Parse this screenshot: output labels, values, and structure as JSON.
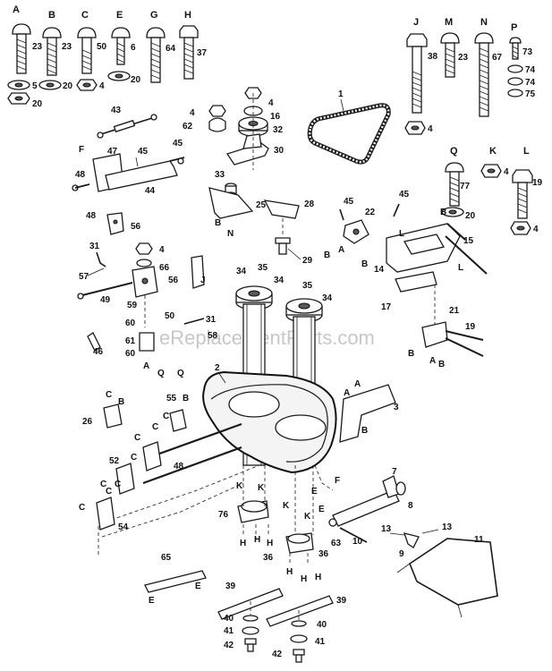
{
  "watermark": "eReplacementParts.com",
  "hardware_headers": [
    "A",
    "B",
    "C",
    "E",
    "G",
    "H",
    "J",
    "M",
    "N",
    "P",
    "Q",
    "K",
    "L"
  ],
  "labels": {
    "A_bolt": "23",
    "A_washer": "5",
    "A_nut": "20",
    "B_bolt": "23",
    "B_washer": "20",
    "C_bolt": "50",
    "C_nut": "4",
    "E_bolt": "6",
    "E_washer": "20",
    "G_bolt": "64",
    "H_bolt": "37",
    "J_bolt": "38",
    "J_nut": "4",
    "M_bolt": "23",
    "N_bolt": "67",
    "P_bolt": "73",
    "P_w1": "74",
    "P_w2": "74",
    "P_w3": "75",
    "Q_bolt": "77",
    "Q_washer": "20",
    "K_nut": "4",
    "L_bolt": "19",
    "L_nut": "4",
    "belt": "1",
    "cable": "43",
    "p47": "47",
    "p48a": "48",
    "p48b": "48",
    "p45a": "45",
    "p45b": "45",
    "p44": "44",
    "p56a": "56",
    "p4a": "4",
    "p62": "62",
    "p4b": "4",
    "p16": "16",
    "p32": "32",
    "p30": "30",
    "p33": "33",
    "p25": "25",
    "p28": "28",
    "p29": "29",
    "p45c": "45",
    "p22": "22",
    "p45d": "45",
    "p15": "15",
    "p14": "14",
    "p17": "17",
    "p21": "21",
    "p19": "19",
    "p31a": "31",
    "p57": "57",
    "p4c": "4",
    "p66": "66",
    "p56b": "56",
    "p59": "59",
    "p49": "49",
    "p50": "50",
    "p60a": "60",
    "p31b": "31",
    "p58": "58",
    "p61": "61",
    "p60b": "60",
    "p46": "46",
    "p34a": "34",
    "p35a": "35",
    "p34b": "34",
    "p35b": "35",
    "p34c": "34",
    "p2": "2",
    "p3": "3",
    "p26": "26",
    "p55": "55",
    "p48c": "48",
    "p52": "52",
    "p54": "54",
    "p7": "7",
    "p8": "8",
    "p76": "76",
    "p10": "10",
    "p63": "63",
    "p13a": "13",
    "p13b": "13",
    "p9": "9",
    "p11": "11",
    "p65": "65",
    "p36a": "36",
    "p36b": "36",
    "p39a": "39",
    "p40a": "40",
    "p41a": "41",
    "p42a": "42",
    "p39b": "39",
    "p40b": "40",
    "p41b": "41",
    "p42b": "42"
  },
  "callouts": [
    "B",
    "N",
    "B",
    "B",
    "A",
    "B",
    "J",
    "A",
    "Q",
    "Q",
    "L",
    "L",
    "B",
    "A",
    "B",
    "A",
    "B",
    "C",
    "B",
    "C",
    "C",
    "C",
    "C",
    "C",
    "E",
    "F",
    "E",
    "K",
    "K",
    "K",
    "K",
    "H",
    "H",
    "H",
    "H",
    "H",
    "E",
    "E"
  ]
}
